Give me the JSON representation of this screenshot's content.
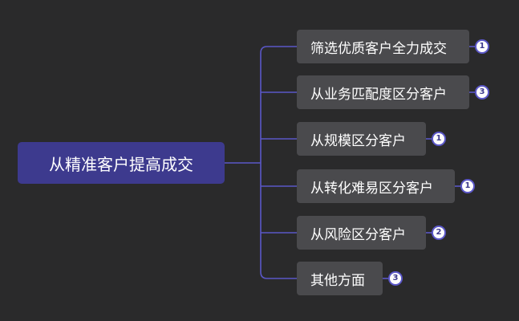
{
  "mindmap": {
    "root": {
      "label": "从精准客户提高成交"
    },
    "children": [
      {
        "label": "筛选优质客户全力成交",
        "badge": "1"
      },
      {
        "label": "从业务匹配度区分客户",
        "badge": "3"
      },
      {
        "label": "从规模区分客户",
        "badge": "1"
      },
      {
        "label": "从转化难易区分客户",
        "badge": "1"
      },
      {
        "label": "从风险区分客户",
        "badge": "2"
      },
      {
        "label": "其他方面",
        "badge": "3"
      }
    ],
    "colors": {
      "background": "#2a2a2b",
      "root_fill": "#3d3a8e",
      "child_fill": "#4a4a4d",
      "connector": "#5b57c8",
      "text": "#ffffff"
    }
  }
}
